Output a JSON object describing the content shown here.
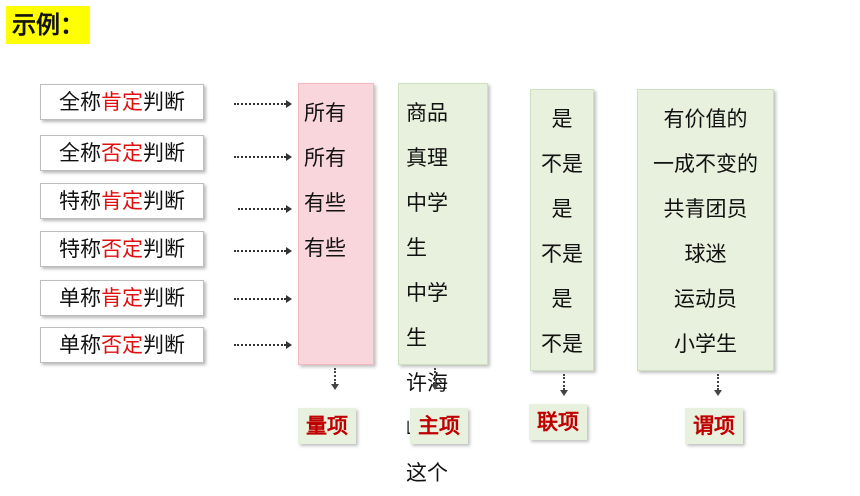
{
  "title": "示例：",
  "judgments": [
    {
      "pre": "全称",
      "red": "肯定",
      "post": "判断"
    },
    {
      "pre": "全称",
      "red": "否定",
      "post": "判断"
    },
    {
      "pre": "特称",
      "red": "肯定",
      "post": "判断"
    },
    {
      "pre": "特称",
      "red": "否定",
      "post": "判断"
    },
    {
      "pre": "单称",
      "red": "肯定",
      "post": "判断"
    },
    {
      "pre": "单称",
      "red": "否定",
      "post": "判断"
    }
  ],
  "quantifiers": [
    "所有",
    "所有",
    "有些",
    "有些"
  ],
  "subjects": [
    "商品",
    "真理",
    "中学",
    "生",
    "中学",
    "生",
    "许海",
    "峰",
    "这个"
  ],
  "copulas": [
    "是",
    "不是",
    "是",
    "不是",
    "是",
    "不是"
  ],
  "predicates": [
    "有价值的",
    "一成不变的",
    "共青团员",
    "球迷",
    "运动员",
    "小学生"
  ],
  "labels": {
    "quantifier": "量项",
    "subject": "主项",
    "copula": "联项",
    "predicate": "谓项"
  },
  "colors": {
    "highlight": "#ffff00",
    "accent_red": "#e01010",
    "pink": "#f9d6dc",
    "green": "#e7f1de"
  }
}
